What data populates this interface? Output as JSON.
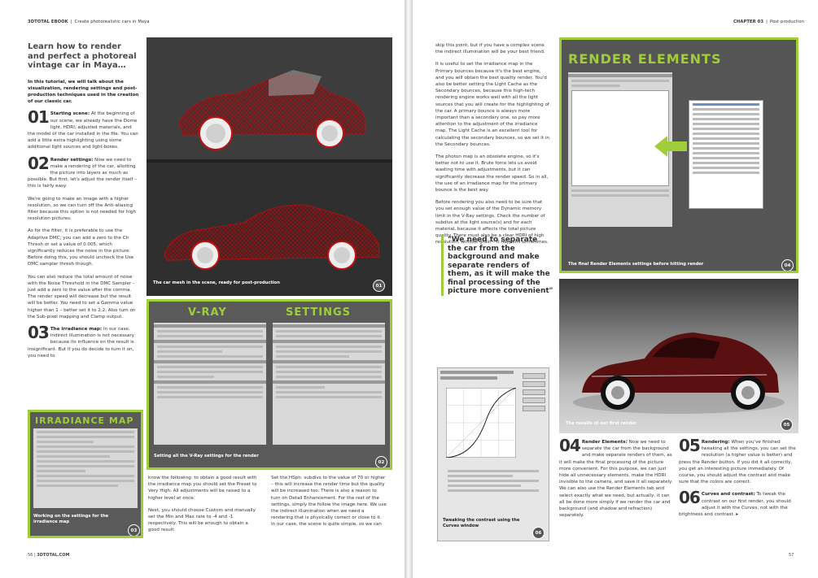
{
  "header": {
    "book": "3DTOTAL EBOOK",
    "book_sub": "Create photorealistic cars in Maya",
    "chapter": "CHAPTER 03",
    "chapter_sub": "Post-production"
  },
  "footer": {
    "left_page": "56",
    "left_site": "3DTOTAL.COM",
    "right_page": "57"
  },
  "article": {
    "title": "Learn how to render and perfect a photoreal vintage car in Maya…",
    "intro": "In this tutorial, we will talk about the visualization, rendering settings and post-production techniques used in the creation of our classic car.",
    "steps": [
      {
        "num": "01",
        "lead": "Starting scene:",
        "text": "At the beginning of our scene, we already have the Dome light, HDRI, adjusted materials, and the model of the car installed in the file. You can add a little extra highlighting using some additional light sources and light-boxes."
      },
      {
        "num": "02",
        "lead": "Render settings:",
        "text": "Now we need to make a rendering of the car, allotting the picture into layers as much as possible. But first, let's adjust the render itself – this is fairly easy."
      },
      {
        "num": "03",
        "lead": "The irradiance map:",
        "text": "In our case, indirect illumination is not necessary because its influence on the result is insignificant. But if you do decide to turn it on, you need to"
      },
      {
        "num": "04",
        "lead": "Render Elements:",
        "text": "Now we need to separate the car from the background and make separate renders of them, as it will make the final processing of the picture more convenient. For this purpose, we can just hide all unnecessary elements, make the HDRI invisible to the camera, and save it all separately. We can also use the Render Elements tab and select exactly what we need, but actually, it can all be done more simply if we render the car and background (and shadow and refraction) separately."
      },
      {
        "num": "05",
        "lead": "Rendering:",
        "text": "When you've finished tweaking all the settings, you can set the resolution (a higher value is better) and press the Render button. If you did it all correctly, you get an interesting picture immediately. Of course, you should adjust the contrast and make sure that the colors are correct."
      },
      {
        "num": "06",
        "lead": "Curves and contrast:",
        "text": "To tweak the contrast on our first render, you should adjust it with the Curves, not with the brightness and contrast. ▸"
      }
    ],
    "para_02a": "We're going to make an image with a higher resolution, so we can turn off the Anti-aliasing filter because this option is not needed for high resolution pictures.",
    "para_02b": "As for the filter, it is preferable to use the Adaptive DMC; you can add a zero to the Clr Thresh or set a value of 0.005, which significantly reduces the noise in the picture. Before doing this, you should uncheck the Use DMC sampler thresh though.",
    "para_02c": "You can also reduce the total amount of noise with the Noise Threshold in the DMC Sampler – just add a zero to the value after the comma. The render speed will decrease but the result will be better. You need to set a Gamma value higher than 1 – better set it to 2.2. Also turn on the Sub-pixel mapping and Clamp output.",
    "mid_para_1": "know the following: to obtain a good result with the irradiance map you should set the Preset to Very High. All adjustments will be raised to a higher level at once.",
    "mid_para_2": "Next, you should choose Custom and manually set the Min and Max rate to -4 and -1 respectively. This will be enough to obtain a good result.",
    "mid_para_3": "Set the HSph. subdivs to the value of 70 or higher – this will increase the render time but the quality will be increased too. There is also a reason to turn on Detail Enhancement. For the rest of the settings, simply the follow the image here. We use the indirect illumination when we need a rendering that is physically correct or close to it. In our case, the scene is quite simple, so we can",
    "right_para_1": "skip this point, but if you have a complex scene the indirect illumination will be your best friend.",
    "right_para_2": "It is useful to set the irradiance map in the Primary bounces because it's the best engine, and you will obtain the best quality render. You'd also be better setting the Light Cache as the Secondary bounces, because this high-tech rendering engine works well with all the light sources that you will create for the highlighting of the car. A primary bounce is always more important than a secondary one, so pay more attention to the adjustment of the irradiance map. The Light Cache is an excellent tool for calculating the secondary bounces, so we set it in the Secondary bounces.",
    "right_para_3": "The photon map is an obsolete engine, so it's better not to use it. Brute force lets us avoid wasting time with adjustments, but it can significantly decrease the render speed. So in all, the use of an irradiance map for the primary bounce is the best way.",
    "right_para_4": "Before rendering you also need to be sure that you set enough value of the Dynamic memory limit in the V-Ray settings. Check the number of subdivs at the light source(s) and for each material, because it affects the total picture quality. There must also be a clear HDRI of high resolution, without grain – it happens sometimes.",
    "quote": "\"We need to separate the car from the background and make separate renders of them, as it will make the final processing of the picture more convenient\""
  },
  "figures": {
    "fig01": {
      "caption": "The car mesh in the scene, ready for post-production",
      "badge": "01"
    },
    "fig02": {
      "caption": "Setting all the V-Ray settings for the render",
      "badge": "02",
      "title_left": "V-RAY",
      "title_right": "SETTINGS"
    },
    "fig03": {
      "caption": "Working on the settings for the irradiance map",
      "badge": "03",
      "title": "IRRADIANCE MAP"
    },
    "fig04": {
      "caption": "The final Render Elements settings before hitting render",
      "badge": "04",
      "title": "RENDER ELEMENTS"
    },
    "fig05": {
      "caption": "The results of our first render",
      "badge": "05"
    },
    "fig06": {
      "caption": "Tweaking the contrast using the Curves window",
      "badge": "06"
    }
  },
  "colors": {
    "accent_green": "#9fce3a",
    "wire_red": "#b01818",
    "car_body": "#5a1010"
  }
}
